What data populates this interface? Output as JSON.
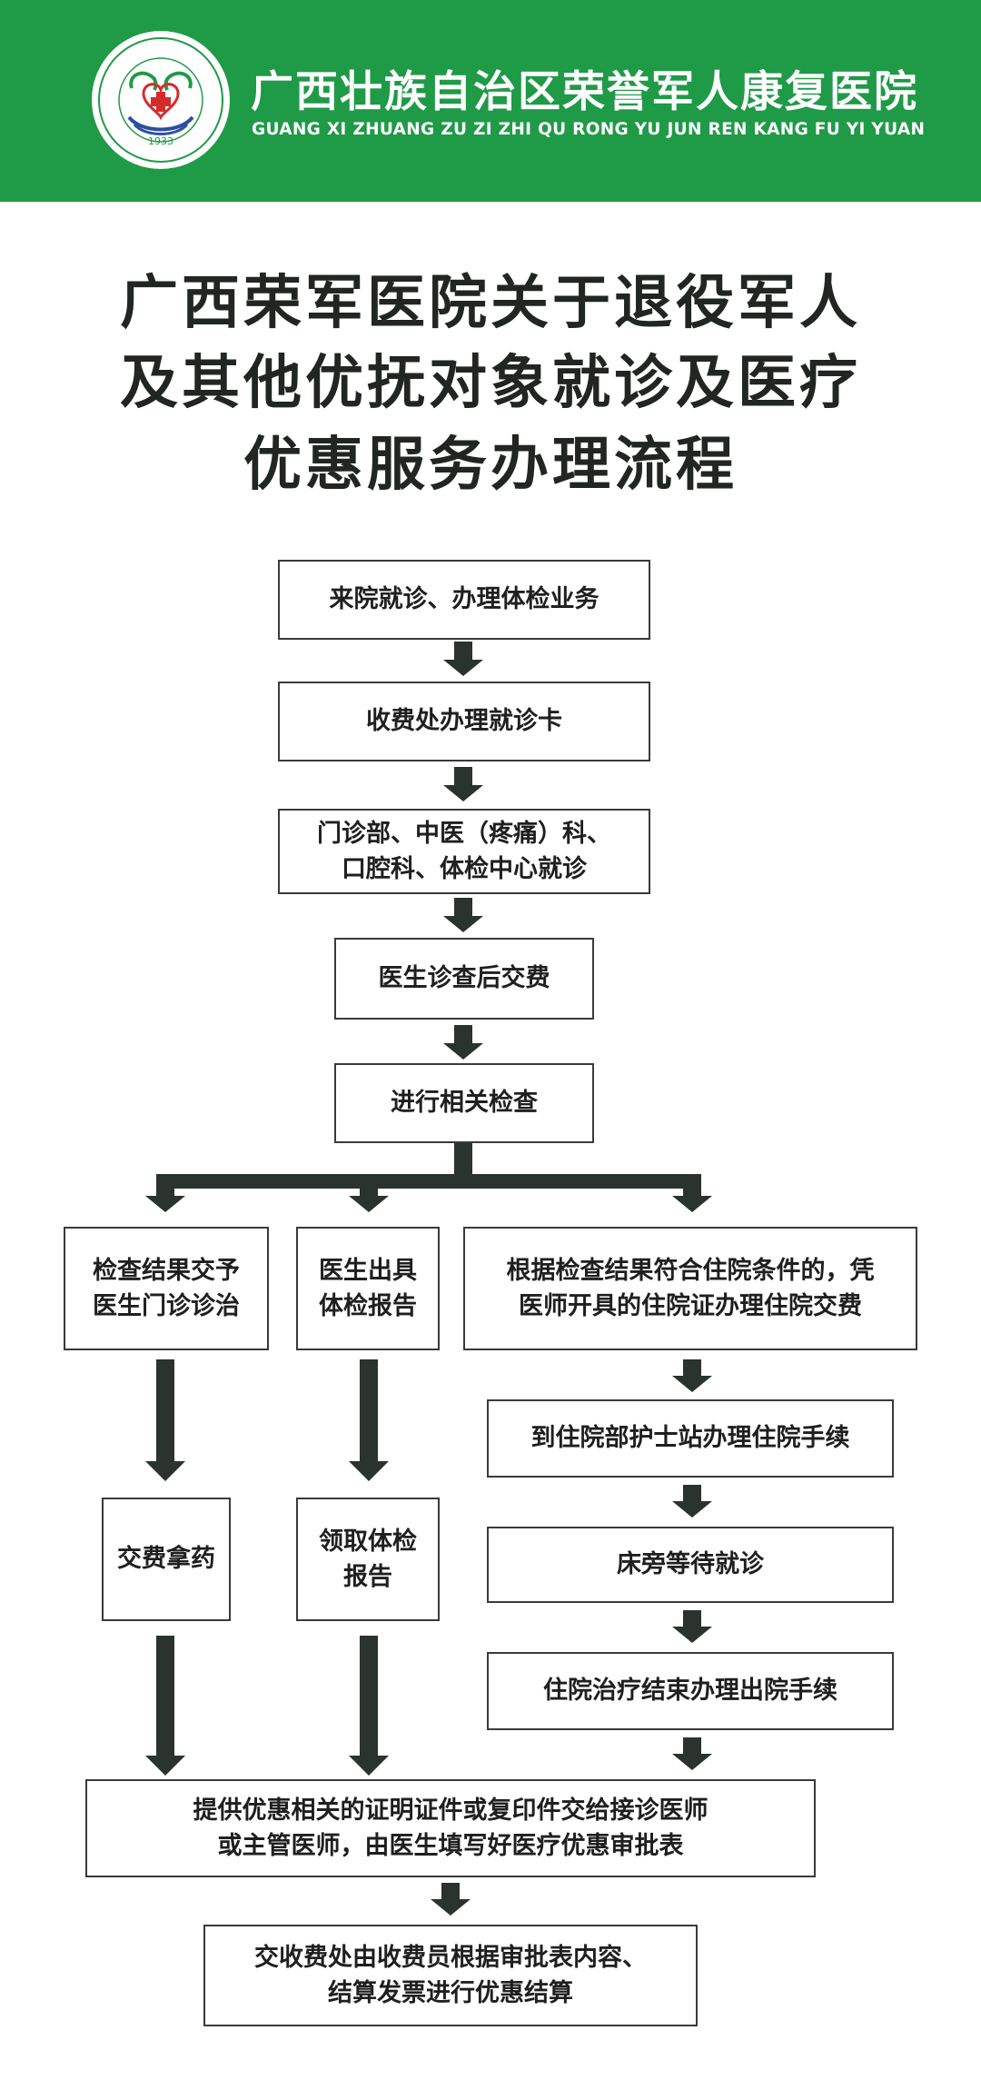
{
  "header": {
    "hospital_name_cn": "广西壮族自治区荣誉军人康复医院",
    "hospital_name_en": "GUANG XI ZHUANG ZU ZI ZHI QU RONG YU JUN REN KANG FU YI YUAN",
    "logo": {
      "year": "1933",
      "icon": "hospital-emblem-icon"
    },
    "colors": {
      "banner": "#1f9a47",
      "text": "#ffffff"
    }
  },
  "title": {
    "line1": "广西荣军医院关于退役军人",
    "line2": "及其他优抚对象就诊及医疗",
    "line3": "优惠服务办理流程"
  },
  "flow": {
    "step1": "来院就诊、办理体检业务",
    "step2": "收费处办理就诊卡",
    "step3": "门诊部、中医（疼痛）科、\n口腔科、体检中心就诊",
    "step4": "医生诊查后交费",
    "step5": "进行相关检查",
    "branch_a1": "检查结果交予\n医生门诊诊治",
    "branch_a2": "交费拿药",
    "branch_b1": "医生出具\n体检报告",
    "branch_b2": "领取体检\n报告",
    "branch_c1": "根据检查结果符合住院条件的，凭\n医师开具的住院证办理住院交费",
    "branch_c2": "到住院部护士站办理住院手续",
    "branch_c3": "床旁等待就诊",
    "branch_c4": "住院治疗结束办理出院手续",
    "final1": "提供优惠相关的证明证件或复印件交给接诊医师\n或主管医师，由医生填写好医疗优惠审批表",
    "final2": "交收费处由收费员根据审批表内容、\n结算发票进行优惠结算"
  },
  "colors": {
    "border": "#3a3a3a",
    "arrow": "#2a332d"
  }
}
